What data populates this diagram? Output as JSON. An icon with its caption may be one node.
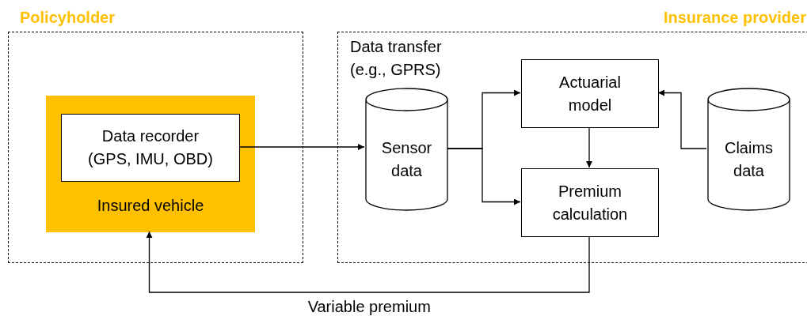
{
  "diagram": {
    "nodes": [
      {
        "text": [
          "Policyholder"
        ]
      },
      {
        "text": [
          "Insured vehicle"
        ],
        "in": 0
      },
      {
        "text": [
          "Data recorder (GPS, IMU, OBD)"
        ],
        "in": 1
      },
      {
        "text": [
          "Insurance provider"
        ]
      },
      {
        "text": [
          "Sensor data"
        ],
        "in": 3
      },
      {
        "text": [
          "Actuarial model"
        ],
        "in": 3
      },
      {
        "text": [
          "Premium calculation"
        ],
        "in": 3
      },
      {
        "text": [
          "Claims data"
        ],
        "in": 3
      }
    ],
    "edges": [
      {
        "from": 2,
        "to": 4,
        "arrow": "to"
      },
      {
        "from": 4,
        "to": 5,
        "arrow": "to"
      },
      {
        "from": 4,
        "to": 6,
        "arrow": "to"
      },
      {
        "from": 7,
        "to": 5,
        "arrow": "to"
      },
      {
        "from": 5,
        "to": 6,
        "arrow": "to"
      },
      {
        "from": 6,
        "to": 1,
        "arrow": "to",
        "label": "Variable premium"
      }
    ],
    "labels": [
      "Data transfer (e.g., GPRS)"
    ]
  }
}
